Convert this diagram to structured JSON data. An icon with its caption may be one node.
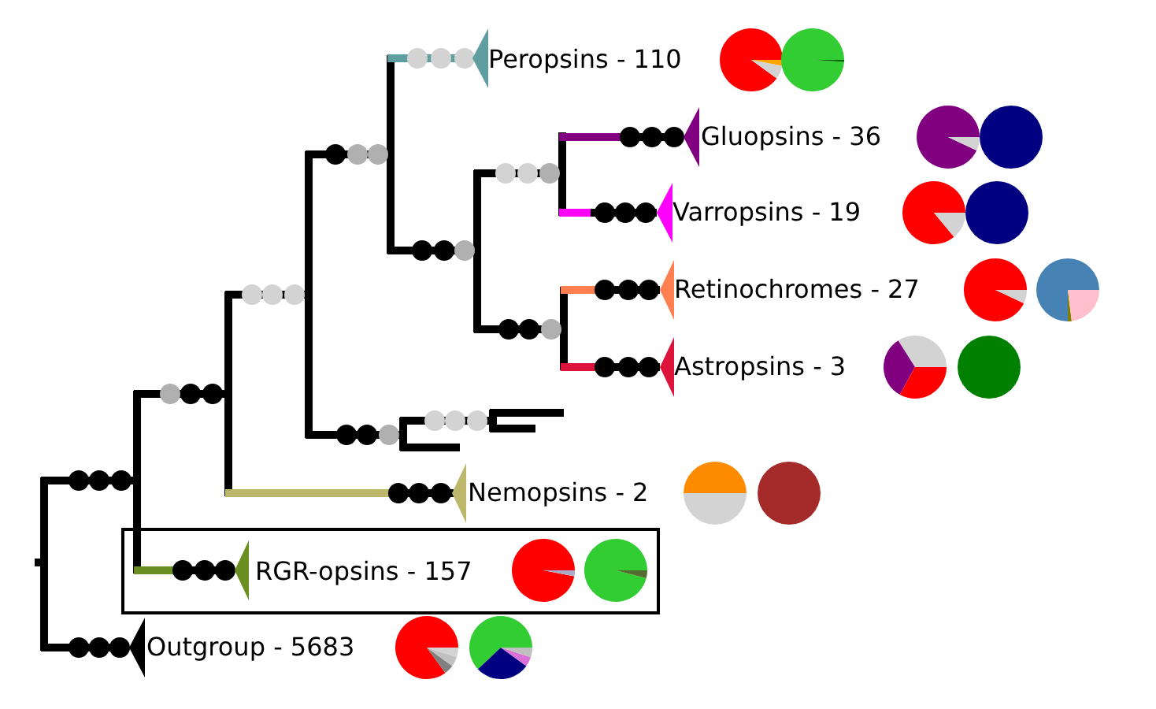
{
  "diagram": {
    "nodes": [
      {
        "text": [
          "RGR-opsins - 157"
        ]
      }
    ],
    "labels": [
      "Peropsins - 110",
      "Gluopsins - 36",
      "Varropsins - 19",
      "Retinochromes - 27",
      "Astropsins - 3",
      "Nemopsins - 2",
      "Outgroup - 5683"
    ]
  }
}
